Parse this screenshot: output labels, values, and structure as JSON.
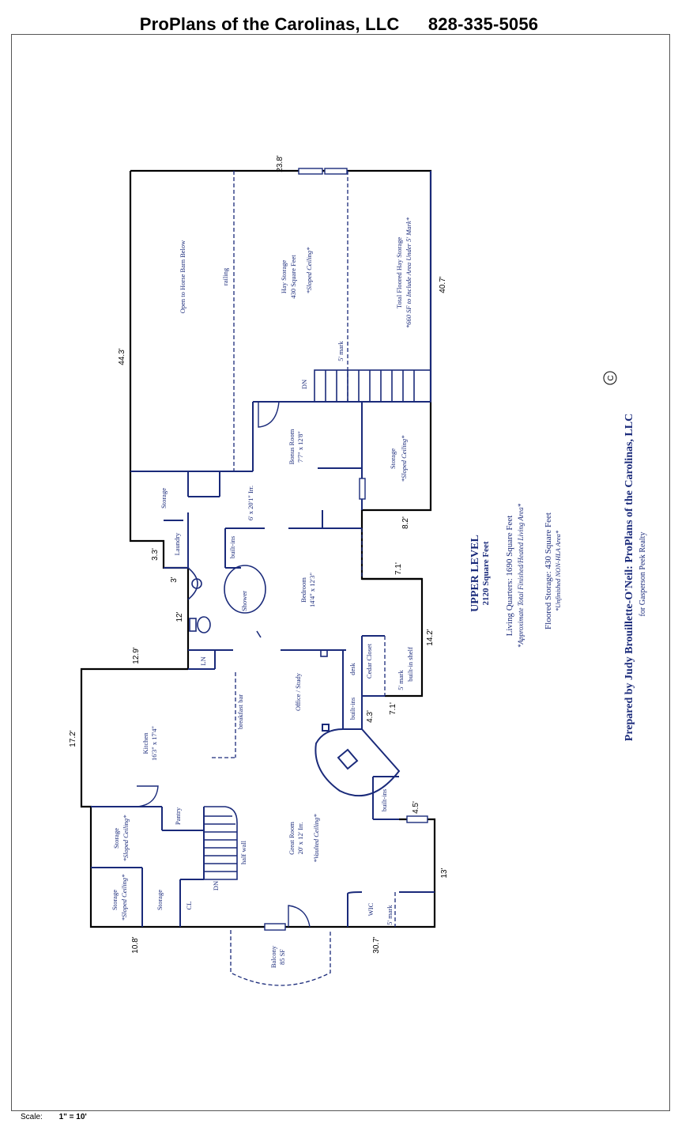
{
  "header": {
    "company": "ProPlans of the Carolinas, LLC",
    "phone": "828-335-5056"
  },
  "scale": {
    "label": "Scale:",
    "value": "1\" = 10'"
  },
  "rooms": {
    "open_below": "Open to Horse Barn Below",
    "railing": "railing",
    "hay_title": "Hay Storage",
    "hay_sf": "430 Square Feet",
    "hay_ceiling": "*Sloped Ceiling*",
    "floored_title": "Total Floored Hay Storage",
    "floored_note": "*660 SF to Include Area Under 5' Mark*",
    "five_mark_1": "5' mark",
    "dn_1": "DN",
    "bonus_title": "Bonus Room",
    "bonus_dim": "7'7\" x 12'8\"",
    "storage_right": "Storage",
    "storage_right_ceiling": "*Sloped Ceiling*",
    "storage_left": "Storage",
    "hall_dim": "6' x 20'1\" Irr.",
    "laundry": "Laundry",
    "builtins_1": "built-ins",
    "shower": "Shower",
    "bedroom_title": "Bedroom",
    "bedroom_dim": "14'4\" x 12'3\"",
    "ln": "LN",
    "office": "Office / Study",
    "desk": "desk",
    "cedar": "Cedar Closet",
    "five_mark_2": "5' mark",
    "builtin_shelf": "built-in shelf",
    "builtins_2": "built-ins",
    "kitchen_title": "Kitchen",
    "kitchen_dim": "16'3\" x 17'4\"",
    "breakfast": "breakfast bar",
    "builtins_3": "built-ins",
    "great_title": "Great Room",
    "great_dim": "20' x 12' Irr.",
    "great_ceiling": "*Vaulted Ceiling*",
    "pantry": "Pantry",
    "half_wall": "half wall",
    "dn_2": "DN",
    "storage_a": "Storage",
    "storage_a_ceiling": "*Sloped Ceiling*",
    "storage_b": "Storage",
    "storage_b_ceiling": "*Sloped Ceiling*",
    "storage_c": "Storage",
    "cl": "CL",
    "wic": "WIC",
    "five_mark_3": "5' mark",
    "balcony": "Balcony",
    "balcony_sf": "85 SF"
  },
  "dims": {
    "d23_8": "23.8'",
    "d44_3": "44.3'",
    "d40_7": "40.7'",
    "d8_2": "8.2'",
    "d3_3": "3.3'",
    "d3": "3'",
    "d12": "12'",
    "d7_1a": "7.1'",
    "d14_2": "14.2'",
    "d12_9": "12.9'",
    "d7_1b": "7.1'",
    "d4_3": "4.3'",
    "d17_2": "17.2'",
    "d4_5": "4.5'",
    "d13": "13'",
    "d10_8": "10.8'",
    "d30_7": "30.7'"
  },
  "summary": {
    "level": "UPPER LEVEL",
    "total": "2120 Square Feet",
    "living": "Living Quarters:  1690 Square Feet",
    "living_note": "*Approximate Total Finished/Heated Living Area*",
    "floored": "Floored Storage:  430 Square Feet",
    "floored_note": "*Unfinished NON-HLA Area*",
    "prepared": "Prepared by Judy Brouillette-O'Neil: ProPlans of the Carolinas, LLC",
    "for": "for Gasperson Peek Realty",
    "copyright": "C"
  }
}
